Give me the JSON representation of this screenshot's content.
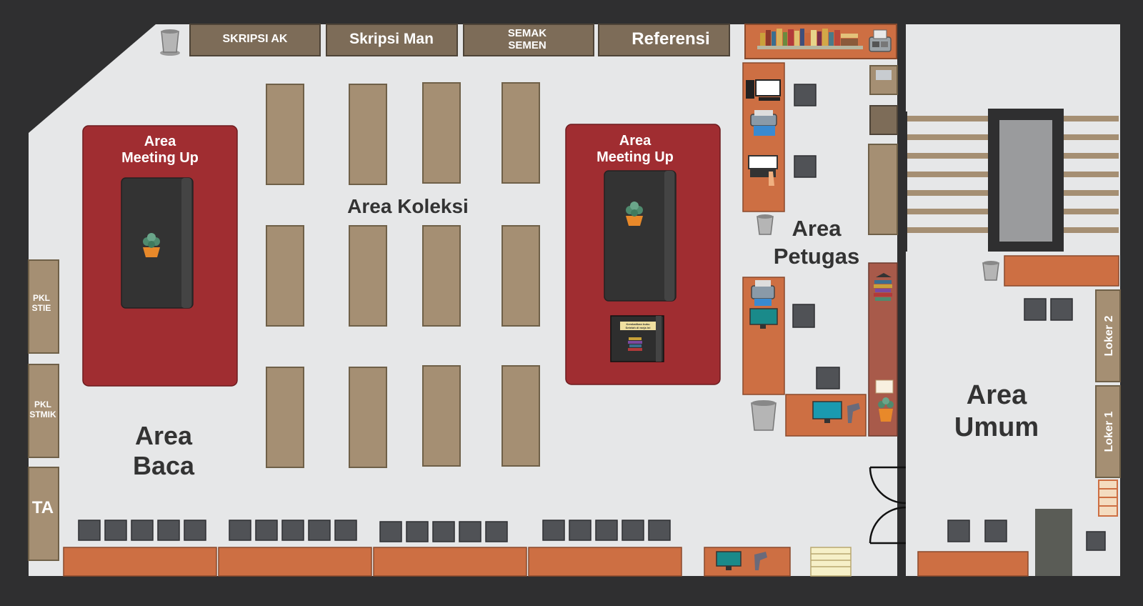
{
  "shelves": {
    "skripsi_ak": "SKRIPSI AK",
    "skripsi_man": "Skripsi Man",
    "semak_line1": "SEMAK",
    "semak_line2": "SEMEN",
    "referensi": "Referensi"
  },
  "areas": {
    "meeting_left_line1": "Area",
    "meeting_left_line2": "Meeting Up",
    "meeting_right_line1": "Area",
    "meeting_right_line2": "Meeting Up",
    "koleksi": "Area Koleksi",
    "petugas_line1": "Area",
    "petugas_line2": "Petugas",
    "baca_line1": "Area",
    "baca_line2": "Baca",
    "umum_line1": "Area",
    "umum_line2": "Umum"
  },
  "side_shelves": {
    "pkl_stie_line1": "PKL",
    "pkl_stie_line2": "STIE",
    "pkl_stmik_line1": "PKL",
    "pkl_stmik_line2": "STMIK",
    "ta": "TA"
  },
  "lockers": {
    "loker_2": "Loker 2",
    "loker_1": "Loker 1"
  },
  "notice": {
    "line1": "Kembalikan buku",
    "line2": "Setelah di meja ini"
  },
  "colors": {
    "background": "#2f2f30",
    "floor": "#e6e7e8",
    "shelf": "#7d6c58",
    "collection_shelf": "#a58f73",
    "meeting_carpet": "#a02d31",
    "meeting_table": "#333333",
    "desk": "#cd6f43",
    "chair": "#505256",
    "counter_shelf": "#a85a4a"
  }
}
